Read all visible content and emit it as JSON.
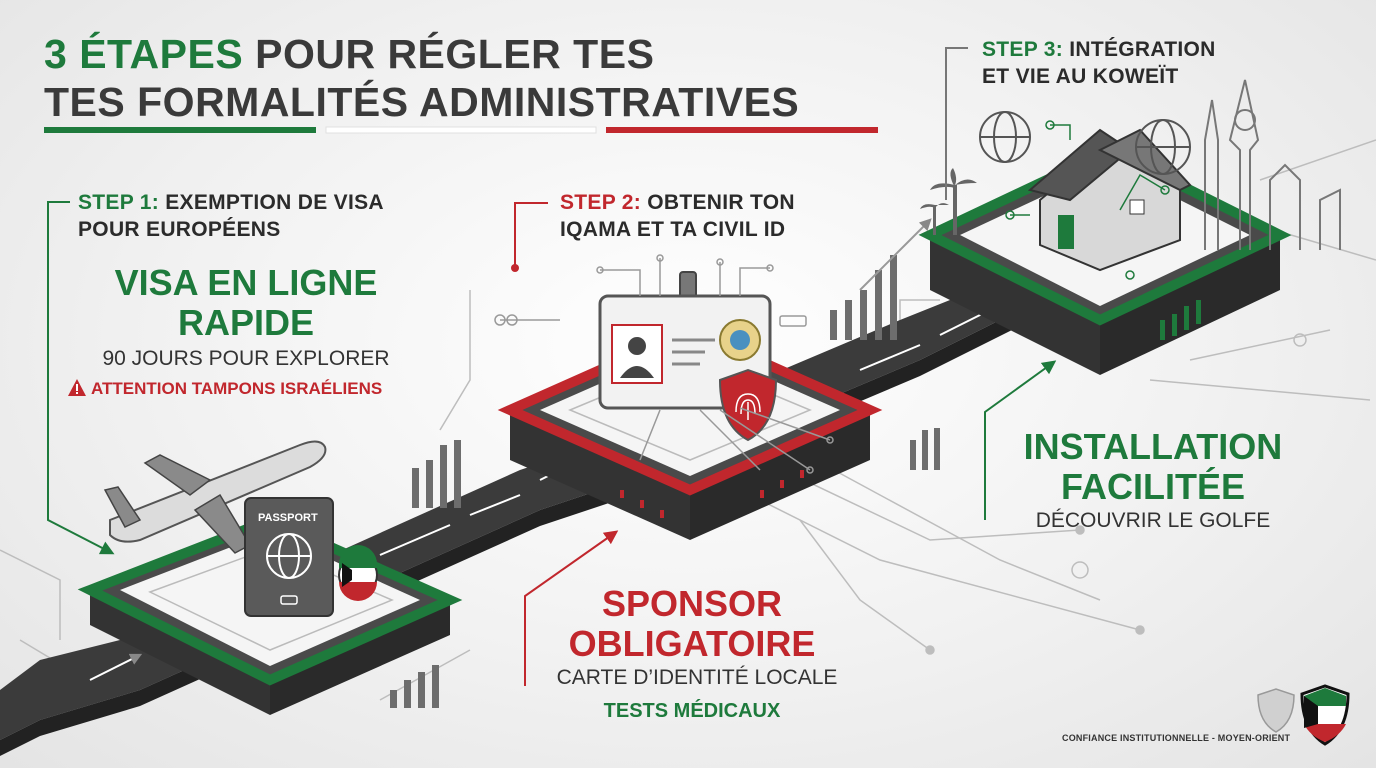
{
  "title": {
    "line1_highlight": "3 ÉTAPES",
    "line1_rest": " POUR RÉGLER TES",
    "line2": "TES FORMALITÉS ADMINISTRATIVES"
  },
  "step1": {
    "label": "STEP 1:",
    "heading_line1": " EXEMPTION DE VISA",
    "heading_line2": "POUR EUROPÉENS",
    "big_line1": "VISA EN LIGNE",
    "big_line2": "RAPIDE",
    "sub": "90 JOURS POUR EXPLORER",
    "warning": "ATTENTION TAMPONS ISRAÉLIENS",
    "passport_label": "PASSPORT"
  },
  "step2": {
    "label": "STEP 2:",
    "heading_line1": " OBTENIR TON",
    "heading_line2": "IQAMA ET TA CIVIL ID",
    "big_line1": "SPONSOR",
    "big_line2": "OBLIGATOIRE",
    "sub": "CARTE D’IDENTITÉ LOCALE",
    "extra": "TESTS MÉDICAUX"
  },
  "step3": {
    "label": "STEP 3:",
    "heading_line1": " INTÉGRATION",
    "heading_line2": "ET VIE AU KOWEÏT",
    "big_line1": "INSTALLATION",
    "big_line2": "FACILITÉE",
    "sub": "DÉCOUVRIR LE GOLFE"
  },
  "footer": "CONFIANCE INSTITUTIONNELLE - MOYEN-ORIENT",
  "colors": {
    "green": "#1e7a3c",
    "red": "#c1272d",
    "dark": "#3a3a3a",
    "platform": "#555555"
  },
  "icons": [
    "airplane-icon",
    "passport-icon",
    "globe-icon",
    "kuwait-flag-icon",
    "id-card-icon",
    "fingerprint-shield-icon",
    "house-icon",
    "palm-tree-icon",
    "skyline-icon",
    "warning-icon",
    "shield-logo-icon"
  ]
}
